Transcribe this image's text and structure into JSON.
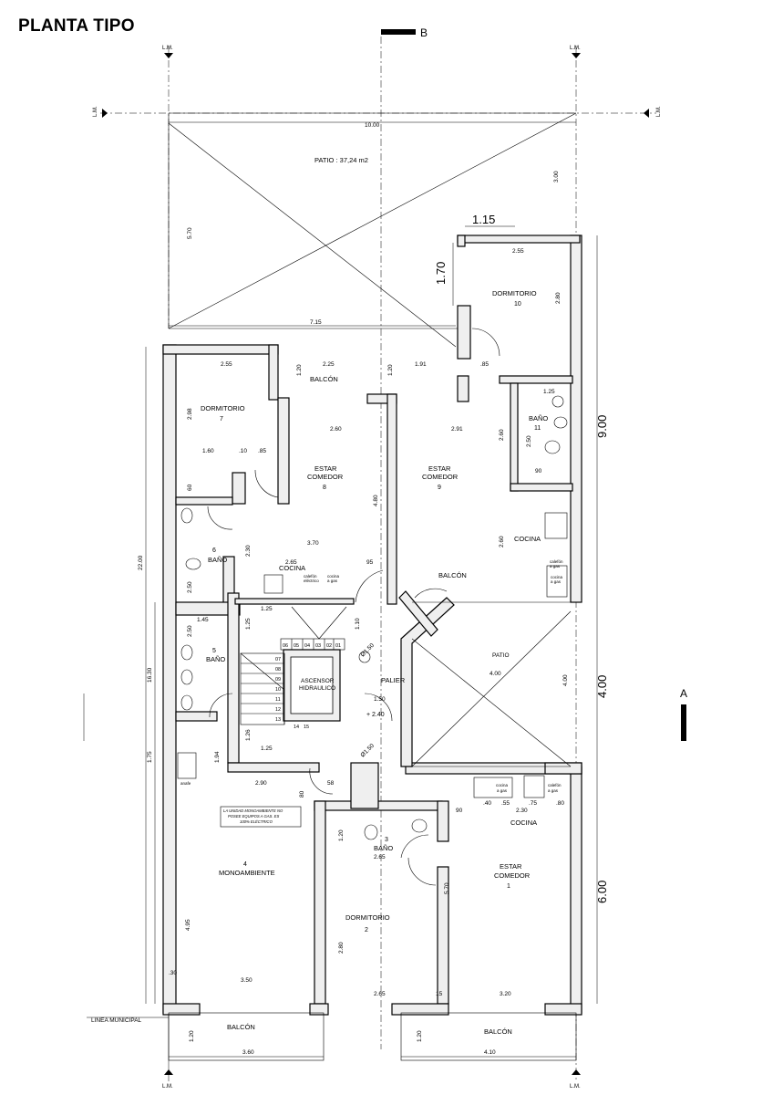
{
  "title": "PLANTA TIPO",
  "markers": {
    "section_b": "B",
    "section_a": "A",
    "lm": "L.M.",
    "linea_municipal": "LINEA MUNICIPAL"
  },
  "rooms": {
    "patio_top": "PATIO : 37,24 m2",
    "dorm10": "DORMITORIO",
    "dorm10_n": "10",
    "balcon_top": "BALCÓN",
    "dorm7": "DORMITORIO",
    "dorm7_n": "7",
    "estar8_a": "ESTAR",
    "estar8_b": "COMEDOR",
    "estar8_n": "8",
    "estar9_a": "ESTAR",
    "estar9_b": "COMEDOR",
    "estar9_n": "9",
    "bano11": "BAÑO",
    "bano11_n": "11",
    "cocina_r": "COCINA",
    "balcon_mid": "BALCÓN",
    "bano6": "BAÑO",
    "bano6_n": "6",
    "cocina_m": "COCINA",
    "calefon1_a": "calefón",
    "calefon1_b": "eléctrico",
    "cocina_gas1_a": "cocina",
    "cocina_gas1_b": "a gas",
    "calefon2_a": "calefón",
    "calefon2_b": "a gas",
    "cocina_gas2_a": "cocina",
    "cocina_gas2_b": "a gas",
    "bano5": "BAÑO",
    "bano5_n": "5",
    "ascensor_a": "ASCENSOR",
    "ascensor_b": "HIDRAULICO",
    "palier": "PALIER",
    "patio_mid": "PATIO",
    "level": "+ 2.40",
    "diam": "Ø1.50",
    "anafe": "anafe",
    "note": [
      "LA UNIDAD MONOAMBIENTE NO",
      "POSEE EQUIPOS A GAS. ES",
      "100% ELÉCTRICO"
    ],
    "mono": "MONOAMBIENTE",
    "mono_n": "4",
    "bano3": "BAÑO",
    "bano3_n": "3",
    "dorm2": "DORMITORIO",
    "dorm2_n": "2",
    "estar1_a": "ESTAR",
    "estar1_b": "COMEDOR",
    "estar1_n": "1",
    "cocina_b": "COCINA",
    "calefon3_a": "calefón",
    "calefon3_b": "a gas",
    "cocina_gas3_a": "cocina",
    "cocina_gas3_b": "a gas",
    "balcon_bl": "BALCÓN",
    "balcon_br": "BALCÓN"
  },
  "stairs": [
    "06",
    "05",
    "04",
    "03",
    "02",
    "01",
    "07",
    "08",
    "09",
    "10",
    "11",
    "12",
    "13",
    "14",
    "15"
  ],
  "dims": {
    "d10_00": "10.00",
    "d3_00": "3.00",
    "d5_70": "5.70",
    "d1_15": "1.15",
    "d1_70": "1.70",
    "d2_55a": "2.55",
    "d2_80a": "2.80",
    "d7_15": "7.15",
    "d9_00": "9.00",
    "d2_55b": "2.55",
    "d1_20a": "1.20",
    "d2_25": "2.25",
    "d1_20b": "1.20",
    "d1_91": "1.91",
    "d_85a": ".85",
    "d1_25a": "1.25",
    "d2_98": "2.98",
    "d2_60a": "2.60",
    "d2_91": "2.91",
    "d2_60b": "2.60",
    "d2_50a": "2.50",
    "d1_60": "1.60",
    "d_10": ".10",
    "d_85b": ".85",
    "d_90a": "90",
    "d4_80": "4.80",
    "d_60": "60",
    "d22_00": "22.00",
    "d3_70": "3.70",
    "d2_30a": "2.30",
    "d2_65a": "2.65",
    "d_95": "95",
    "d2_60c": "2.60",
    "d2_50b": "2.50",
    "d1_25b": "1.25",
    "d1_10": "1.10",
    "d1_45": "1.45",
    "d1_25c": "1.25",
    "d2_50c": "2.50",
    "d4_00a": "4.00",
    "d4_00b": "4.00",
    "d4_00big": "4.00",
    "d16_30": "16.30",
    "d1_50": "1.50",
    "d1_26": "1.26",
    "d1_25d": "1.25",
    "d1_94": "1.94",
    "d1_75": "1.75",
    "d2_90": "2.90",
    "d_80a": "80",
    "d_58": "58",
    "d_90b": "90",
    "d_40": ".40",
    "d_55": ".55",
    "d_75": ".75",
    "d_80b": ".80",
    "d2_30b": "2.30",
    "d1_20c": "1.20",
    "d2_65b": "2.65",
    "d5_70b": "5.70",
    "d6_00": "6.00",
    "d4_95": "4.95",
    "d2_80b": "2.80",
    "d_30": ".30",
    "d3_50": "3.50",
    "d2_65c": "2.65",
    "d_15": "15",
    "d3_20": "3.20",
    "d1_20d": "1.20",
    "d3_60": "3.60",
    "d1_20e": "1.20",
    "d4_10": "4.10"
  }
}
